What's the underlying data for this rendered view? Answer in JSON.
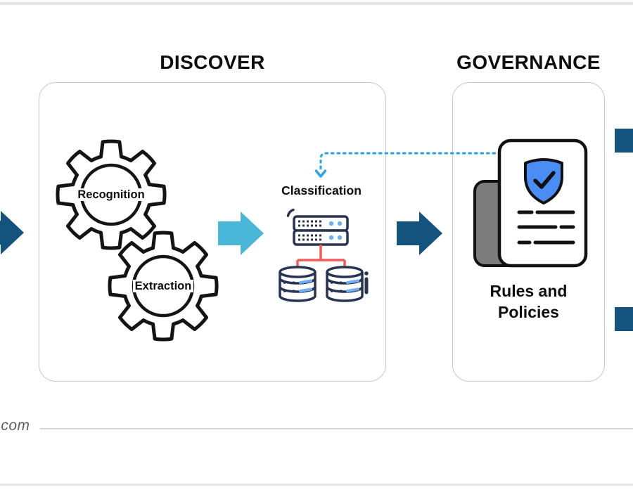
{
  "titles": {
    "discover": "DISCOVER",
    "governance": "GOVERNANCE"
  },
  "discover": {
    "gear_labels": {
      "recognition": "Recognition",
      "extraction": "Extraction"
    },
    "classification_label": "Classification",
    "icons": [
      "gear-icon",
      "gear-icon",
      "server-with-databases-icon"
    ]
  },
  "governance": {
    "caption_line1": "Rules and",
    "caption_line2": "Policies",
    "icons": [
      "document-with-shield-check-icon"
    ]
  },
  "flow": {
    "arrows": [
      "left-inflow-arrow",
      "discover-internal-arrow",
      "discover-to-governance-arrow"
    ],
    "dashed_feedback": "governance-document-to-classification"
  },
  "watermark": ".com",
  "colors": {
    "flow_arrow_dark": "#14537E",
    "flow_arrow_light": "#4AB7D8",
    "dashed_connector": "#2EA7E0",
    "icon_navy": "#273352",
    "icon_light_blue": "#6FAEF2",
    "icon_red": "#F15B5B",
    "shield_blue": "#4A8DF5",
    "doc_gray": "#7C7C7C",
    "panel_border": "#C8C8C8"
  }
}
